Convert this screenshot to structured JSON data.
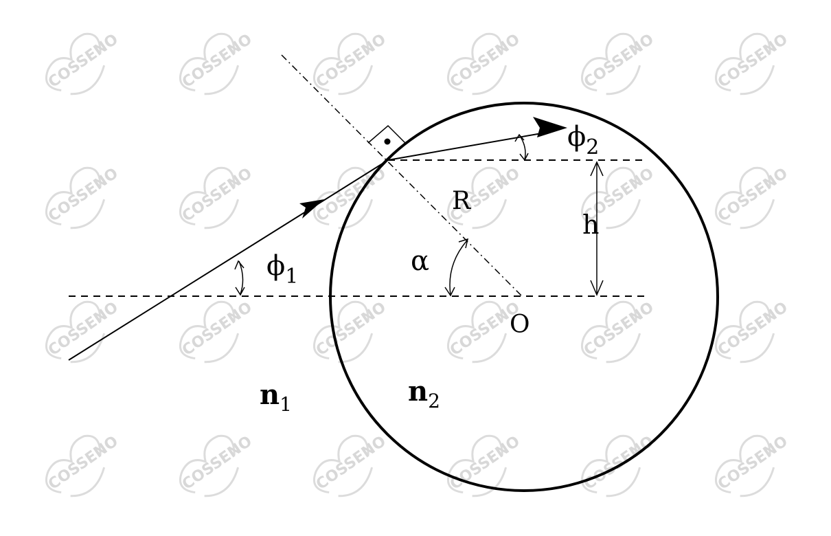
{
  "labels": {
    "phi1": "ϕ",
    "phi1_sub": "1",
    "phi2": "ϕ",
    "phi2_sub": "2",
    "radius": "R",
    "height": "h",
    "alpha": "α",
    "center": "O",
    "n1": "n",
    "n1_sub": "1",
    "n2": "n",
    "n2_sub": "2"
  },
  "watermark": {
    "text": "COSSENO",
    "color": "#d8d8d8"
  },
  "colors": {
    "ink": "#000000",
    "background": "#ffffff"
  }
}
